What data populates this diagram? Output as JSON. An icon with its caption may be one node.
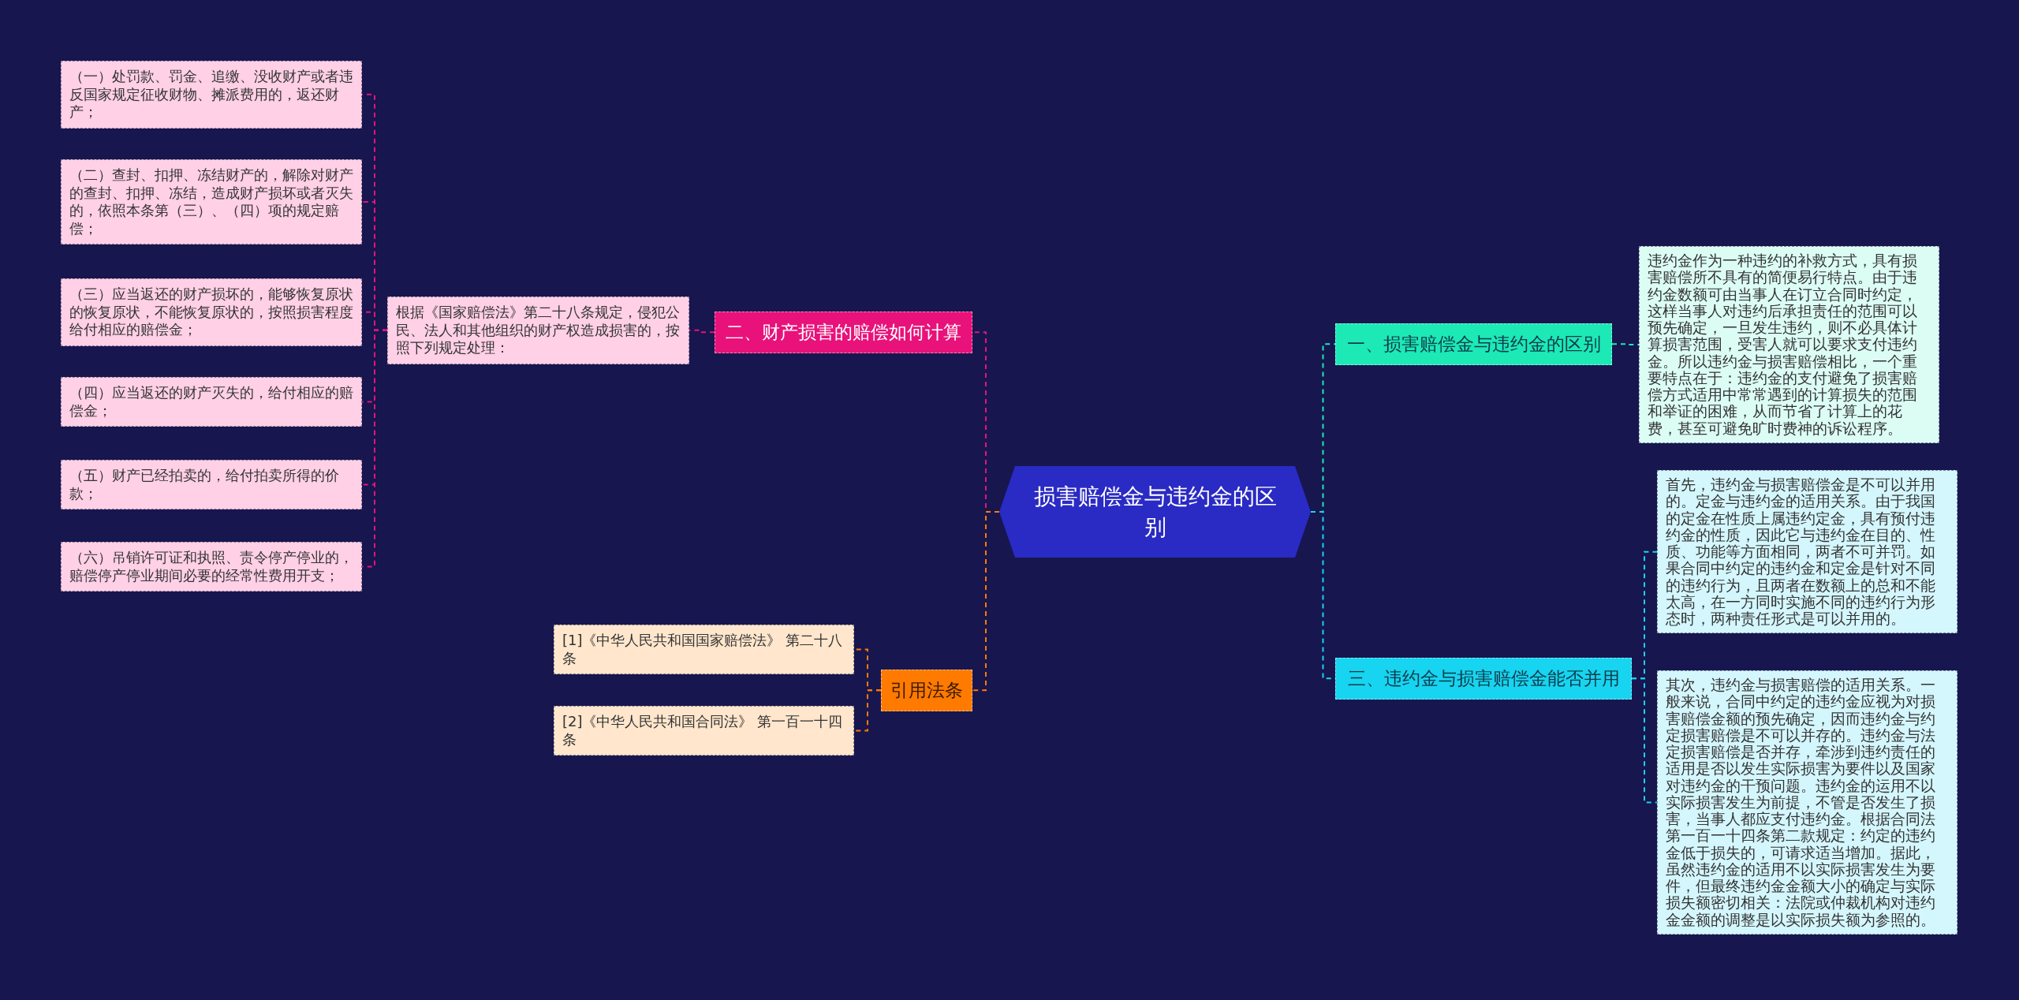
{
  "diagram": {
    "nodes": [
      {
        "text": [
          "损害赔偿金与违约金的区别"
        ]
      },
      {
        "text": [
          "二、财产损害的赔偿如何计算"
        ]
      },
      {
        "text": [
          "根据《国家赔偿法》第二十八条规定，侵犯公民、法人和其他组织的财产权造成损害的，按照下列规定处理："
        ]
      },
      {
        "text": [
          "（一）处罚款、罚金、追缴、没收财产或者违反国家规定征收财物、摊派费用的，返还财产；"
        ]
      },
      {
        "text": [
          "（二）查封、扣押、冻结财产的，解除对财产的查封、扣押、冻结，造成财产损坏或者灭失的，依照本条第（三）、（四）项的规定赔偿；"
        ]
      },
      {
        "text": [
          "（三）应当返还的财产损坏的，能够恢复原状的恢复原状，不能恢复原状的，按照损害程度给付相应的赔偿金；"
        ]
      },
      {
        "text": [
          "（四）应当返还的财产灭失的，给付相应的赔偿金；"
        ]
      },
      {
        "text": [
          "（五）财产已经拍卖的，给付拍卖所得的价款；"
        ]
      },
      {
        "text": [
          "（六）吊销许可证和执照、责令停产停业的，赔偿停产停业期间必要的经常性费用开支；"
        ]
      },
      {
        "text": [
          "引用法条"
        ]
      },
      {
        "text": [
          "[1]《中华人民共和国国家赔偿法》 第二十八条"
        ]
      },
      {
        "text": [
          "[2]《中华人民共和国合同法》 第一百一十四条"
        ]
      },
      {
        "text": [
          "一、损害赔偿金与违约金的区别"
        ]
      },
      {
        "text": [
          "违约金作为一种违约的补救方式，具有损害赔偿所不具有的简便易行特点。由于违约金数额可由当事人在订立合同时约定，这样当事人对违约后承担责任的范围可以预先确定，一旦发生违约，则不必具体计算损害范围，受害人就可以要求支付违约金。所以违约金与损害赔偿相比，一个重要特点在于：违约金的支付避免了损害赔偿方式适用中常常遇到的计算损失的范围和举证的困难，从而节省了计算上的花费，甚至可避免旷时费神的诉讼程序。"
        ]
      },
      {
        "text": [
          "三、违约金与损害赔偿金能否并用"
        ]
      },
      {
        "text": [
          "首先，违约金与损害赔偿金是不可以并用的。定金与违约金的适用关系。由于我国的定金在性质上属违约定金，具有预付违约金的性质，因此它与违约金在目的、性质、功能等方面相同，两者不可并罚。如果合同中约定的违约金和定金是针对不同的违约行为，且两者在数额上的总和不能太高，在一方同时实施不同的违约行为形态时，两种责任形式是可以并用的。"
        ]
      },
      {
        "text": [
          "其次，违约金与损害赔偿的适用关系。一般来说，合同中约定的违约金应视为对损害赔偿金额的预先确定，因而违约金与约定损害赔偿是不可以并存的。违约金与法定损害赔偿是否并存，牵涉到违约责任的适用是否以发生实际损害为要件以及国家对违约金的干预问题。违约金的运用不以实际损害发生为前提，不管是否发生了损害，当事人都应支付违约金。根据合同法第一百一十四条第二款规定：约定的违约金低于损失的，可请求适当增加。据此，虽然违约金的适用不以实际损害发生为要件，但最终违约金金额大小的确定与实际损失额密切相关：法院或仲裁机构对违约金金额的调整是以实际损失额为参照的。"
        ]
      }
    ],
    "edges": [
      {
        "from": 0,
        "to": 1,
        "arrow": "none",
        "style": "dashed"
      },
      {
        "from": 1,
        "to": 2,
        "arrow": "none",
        "style": "dashed"
      },
      {
        "from": 2,
        "to": 3,
        "arrow": "none",
        "style": "dashed"
      },
      {
        "from": 2,
        "to": 4,
        "arrow": "none",
        "style": "dashed"
      },
      {
        "from": 2,
        "to": 5,
        "arrow": "none",
        "style": "dashed"
      },
      {
        "from": 2,
        "to": 6,
        "arrow": "none",
        "style": "dashed"
      },
      {
        "from": 2,
        "to": 7,
        "arrow": "none",
        "style": "dashed"
      },
      {
        "from": 2,
        "to": 8,
        "arrow": "none",
        "style": "dashed"
      },
      {
        "from": 0,
        "to": 9,
        "arrow": "none",
        "style": "dashed",
        "color": "#ff7a00"
      },
      {
        "from": 9,
        "to": 10,
        "arrow": "none",
        "style": "dashed",
        "color": "#ff7a00"
      },
      {
        "from": 9,
        "to": 11,
        "arrow": "none",
        "style": "dashed",
        "color": "#ff7a00"
      },
      {
        "from": 0,
        "to": 12,
        "arrow": "none",
        "style": "dashed",
        "color": "#1de9b6"
      },
      {
        "from": 12,
        "to": 13,
        "arrow": "none",
        "style": "dashed",
        "color": "#1de9b6"
      },
      {
        "from": 0,
        "to": 14,
        "arrow": "none",
        "style": "dashed",
        "color": "#17d4f0"
      },
      {
        "from": 14,
        "to": 15,
        "arrow": "none",
        "style": "dashed",
        "color": "#17d4f0"
      },
      {
        "from": 14,
        "to": 16,
        "arrow": "none",
        "style": "dashed",
        "color": "#17d4f0"
      }
    ]
  }
}
